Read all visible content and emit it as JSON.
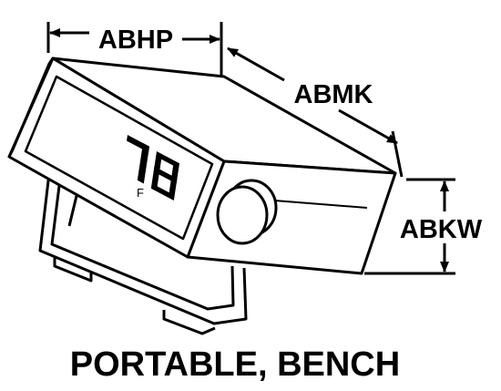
{
  "dimensions": {
    "width_label": "ABHP",
    "depth_label": "ABMK",
    "height_label": "ABKW"
  },
  "display": {
    "reading": "78",
    "unit": "F"
  },
  "caption": "PORTABLE, BENCH",
  "colors": {
    "ink": "#000000",
    "paper": "#ffffff"
  }
}
